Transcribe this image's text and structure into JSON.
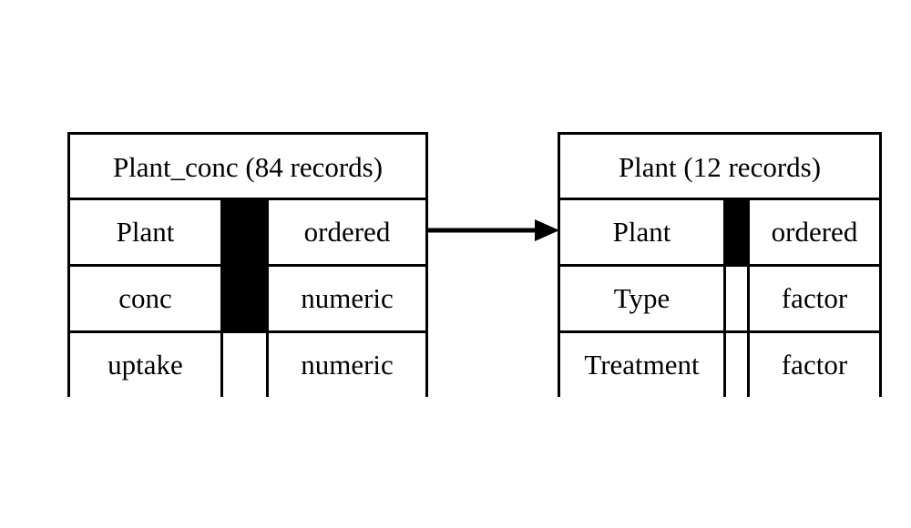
{
  "diagram": {
    "type": "entity-relationship-diagram",
    "background_color": "#ffffff",
    "line_color": "#000000",
    "key_marker_color": "#000000",
    "entities": [
      {
        "id": "plant_conc",
        "title": "Plant_conc (84 records)",
        "name": "Plant_conc",
        "record_count": "84 records",
        "fields": [
          {
            "name": "Plant",
            "key": true,
            "type": "ordered"
          },
          {
            "name": "conc",
            "key": true,
            "type": "numeric"
          },
          {
            "name": "uptake",
            "key": false,
            "type": "numeric"
          }
        ]
      },
      {
        "id": "plant",
        "title": "Plant (12 records)",
        "name": "Plant",
        "record_count": "12 records",
        "fields": [
          {
            "name": "Plant",
            "key": true,
            "type": "ordered"
          },
          {
            "name": "Type",
            "key": false,
            "type": "factor"
          },
          {
            "name": "Treatment",
            "key": false,
            "type": "factor"
          }
        ]
      }
    ],
    "relationship": {
      "from_entity": "plant_conc",
      "from_field": "Plant",
      "to_entity": "plant",
      "to_field": "Plant",
      "arrow_style": "solid-line-filled-triangle",
      "direction": "right"
    }
  }
}
